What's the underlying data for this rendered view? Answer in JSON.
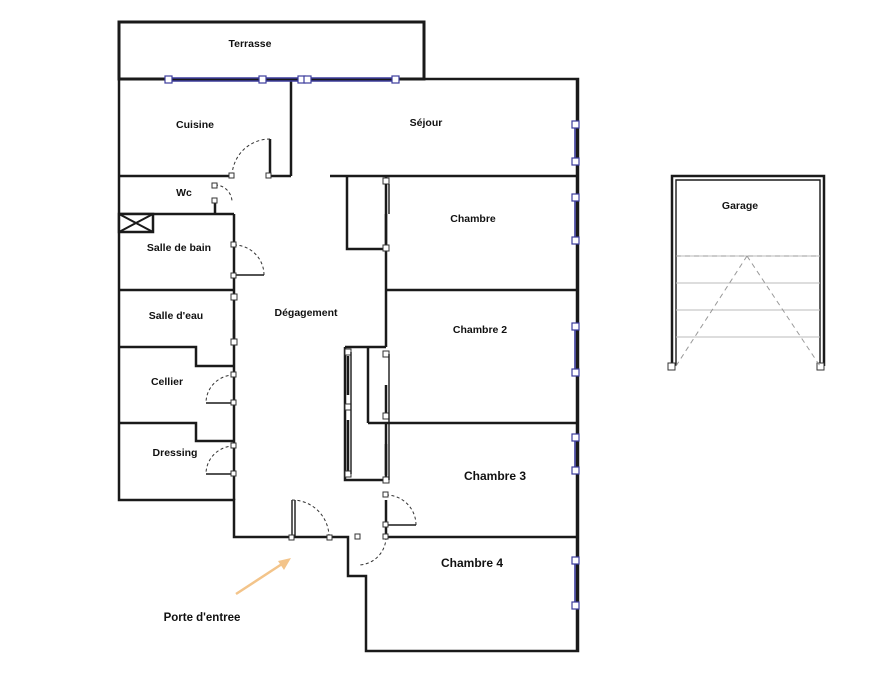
{
  "rooms": {
    "terrasse": "Terrasse",
    "cuisine": "Cuisine",
    "sejour": "Séjour",
    "wc": "Wc",
    "salle_de_bain": "Salle de bain",
    "chambre": "Chambre",
    "degagement": "Dégagement",
    "salle_d_eau": "Salle d'eau",
    "chambre_2": "Chambre 2",
    "cellier": "Cellier",
    "chambre_3": "Chambre 3",
    "dressing": "Dressing",
    "chambre_4": "Chambre 4",
    "garage": "Garage"
  },
  "annotations": {
    "entrance": "Porte d'entree"
  },
  "colors": {
    "wall": "#1a1a1a",
    "window": "#3c3c9c",
    "entrance_arrow": "#f3c48a"
  }
}
